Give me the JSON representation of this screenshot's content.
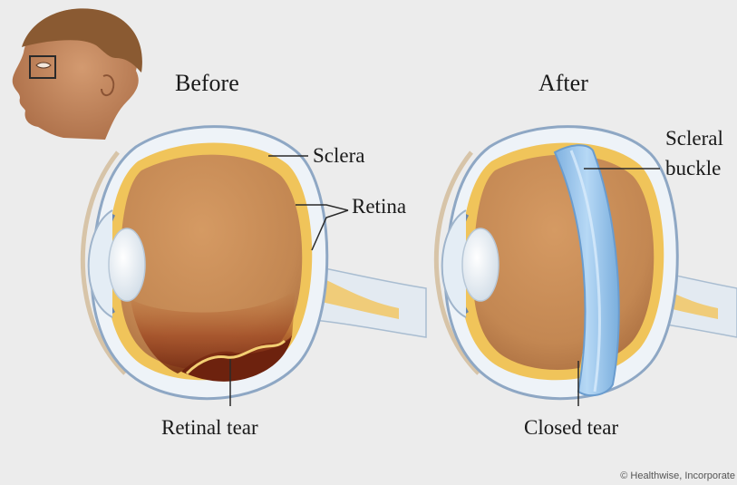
{
  "panels": {
    "before": {
      "title": "Before",
      "labels": {
        "sclera": "Sclera",
        "retina": "Retina",
        "retinal_tear": "Retinal tear"
      }
    },
    "after": {
      "title": "After",
      "labels": {
        "scleral_buckle_line1": "Scleral",
        "scleral_buckle_line2": "buckle",
        "closed_tear": "Closed tear"
      }
    }
  },
  "credit": "© Healthwise, Incorporate",
  "colors": {
    "background": "#ececec",
    "sclera": "#eef3f8",
    "sclera_edge": "#8ea7c4",
    "retina": "#f0c45a",
    "vitreous": "#c88d59",
    "tear_blood": "#7a2a12",
    "lens": "#eef2f6",
    "scleral_buckle": "#9cc6ee",
    "skin": "#c98a5e",
    "hair": "#8a5a32"
  }
}
